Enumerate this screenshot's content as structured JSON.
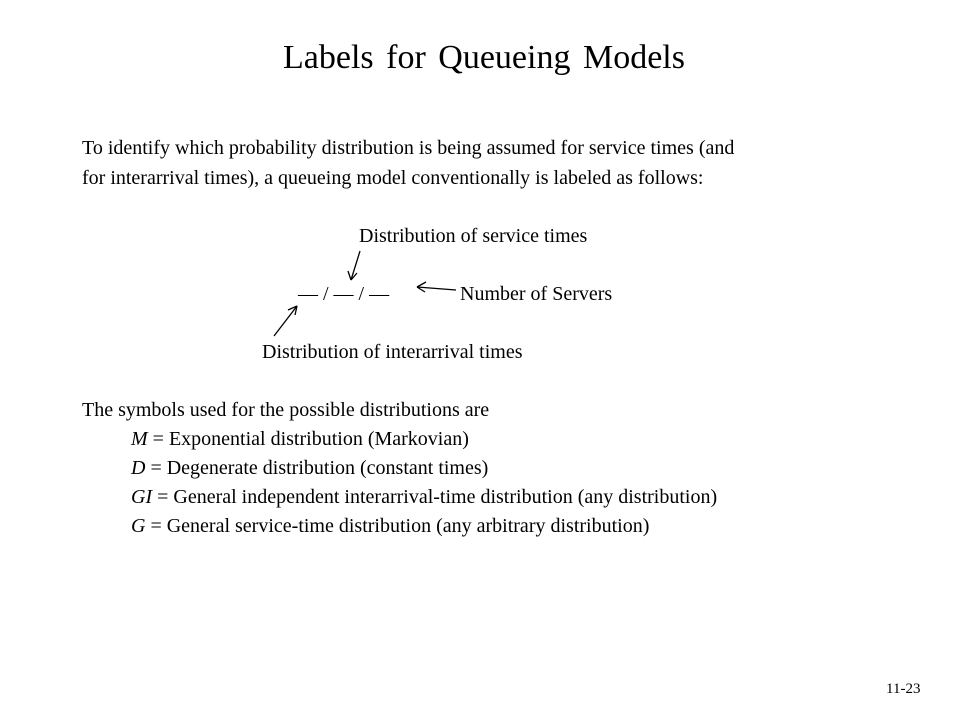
{
  "slide": {
    "title": "Labels for Queueing Models",
    "intro_lines": [
      "To identify which probability distribution is being assumed for service times (and",
      "for interarrival times), a queueing model conventionally is labeled as follows:"
    ],
    "diagram": {
      "service_label": "Distribution of service times",
      "formula": "— / — / —",
      "servers_label": "Number of Servers",
      "interarrival_label": "Distribution of interarrival times"
    },
    "symbols_intro": "The symbols used for the possible distributions are",
    "symbols": [
      {
        "symbol": "M",
        "definition": " = Exponential distribution (Markovian)"
      },
      {
        "symbol": "D",
        "definition": " = Degenerate distribution (constant times)"
      },
      {
        "symbol": "GI",
        "definition": " = General independent interarrival-time distribution (any distribution)"
      },
      {
        "symbol": "G",
        "definition": " = General service-time distribution (any arbitrary distribution)"
      }
    ],
    "page_number": "11-23"
  }
}
